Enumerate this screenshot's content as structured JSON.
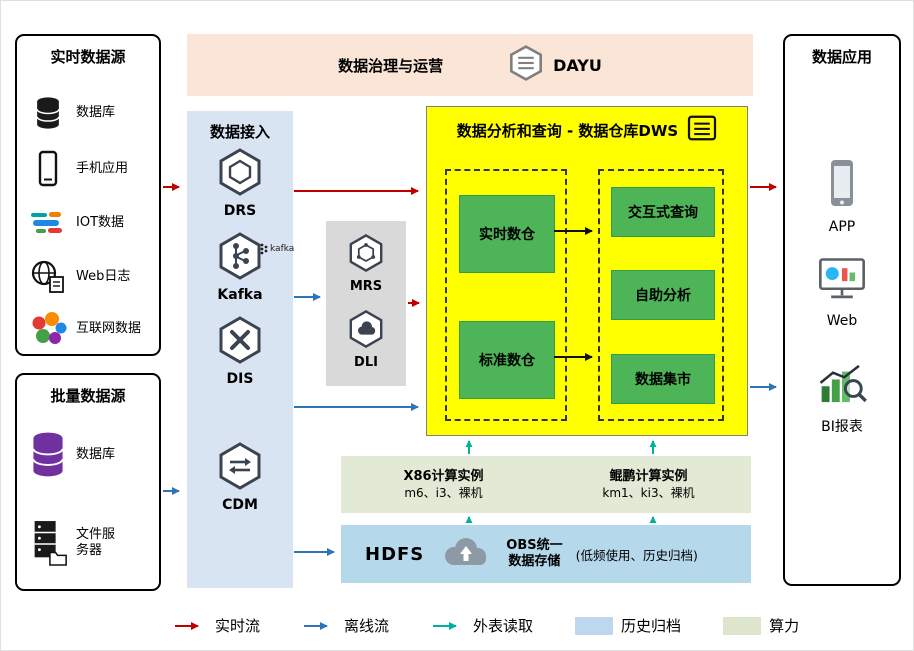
{
  "governance": {
    "title": "数据治理与运营",
    "product": "DAYU"
  },
  "realtime_sources": {
    "title": "实时数据源",
    "items": [
      {
        "label": "数据库"
      },
      {
        "label": "手机应用"
      },
      {
        "label": "IOT数据"
      },
      {
        "label": "Web日志"
      },
      {
        "label": "互联网数据"
      }
    ]
  },
  "batch_sources": {
    "title": "批量数据源",
    "items": [
      {
        "label": "数据库"
      },
      {
        "label": "文件服务器"
      }
    ]
  },
  "ingestion": {
    "title": "数据接入",
    "services": [
      "DRS",
      "Kafka",
      "DIS",
      "CDM"
    ],
    "kafka_icon_text": "kafka"
  },
  "processing": {
    "services": [
      "MRS",
      "DLI"
    ]
  },
  "dws": {
    "title": "数据分析和查询 - 数据仓库DWS",
    "left_modules": [
      "实时数仓",
      "标准数仓"
    ],
    "right_modules": [
      "交互式查询",
      "自助分析",
      "数据集市"
    ]
  },
  "compute": {
    "x86": {
      "title": "X86计算实例",
      "detail": "m6、i3、裸机"
    },
    "kunpeng": {
      "title": "鲲鹏计算实例",
      "detail": "km1、ki3、裸机"
    }
  },
  "storage": {
    "hdfs": "HDFS",
    "obs_line1": "OBS统一",
    "obs_line2": "数据存储",
    "obs_note": "(低频使用、历史归档)"
  },
  "applications": {
    "title": "数据应用",
    "items": [
      "APP",
      "Web",
      "BI报表"
    ]
  },
  "legend": {
    "realtime": "实时流",
    "offline": "离线流",
    "external": "外表读取",
    "archive": "历史归档",
    "compute": "算力"
  },
  "colors": {
    "realtime_flow": "#c00000",
    "offline_flow": "#2e75b6",
    "external_read": "#00b09b",
    "archive_fill": "#bdd7ee",
    "compute_fill": "#dde5cd",
    "warehouse_bg": "#ffff00",
    "module_green": "#4db457"
  }
}
